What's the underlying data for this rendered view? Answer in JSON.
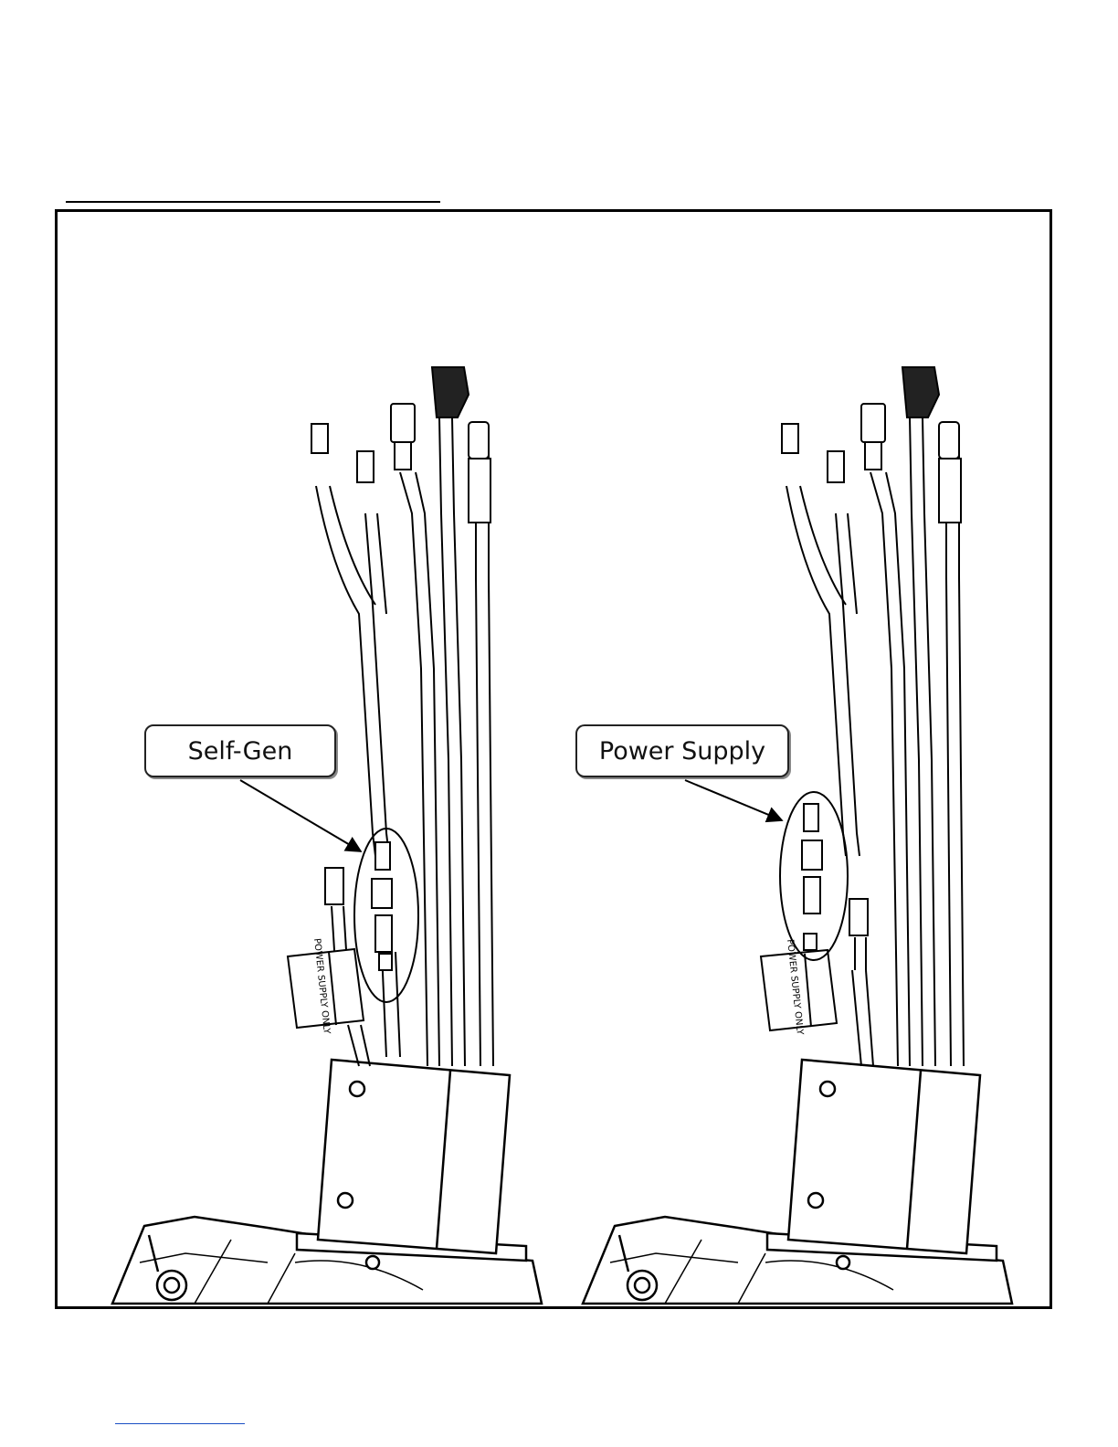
{
  "figure": {
    "left_panel": {
      "callout_label": "Self-Gen",
      "tag_label": "POWER SUPPLY ONLY"
    },
    "right_panel": {
      "callout_label": "Power Supply",
      "tag_label": "POWER SUPPLY ONLY"
    }
  },
  "colors": {
    "line": "#000000",
    "link": "#1a4fc4"
  }
}
